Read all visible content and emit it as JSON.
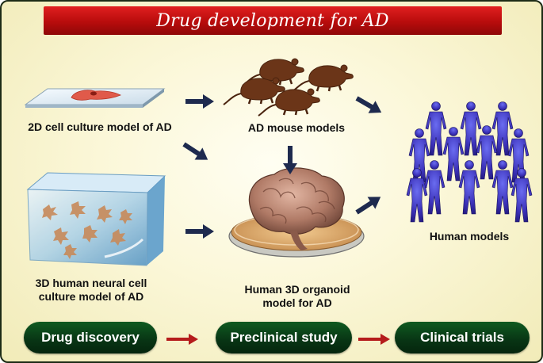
{
  "title": "Drug development for AD",
  "labels": {
    "cell_2d": "2D cell culture model of AD",
    "mouse": "AD mouse models",
    "neural_3d_line1": "3D human neural cell",
    "neural_3d_line2": "culture model of AD",
    "organoid_line1": "Human 3D organoid",
    "organoid_line2": "model for AD",
    "human": "Human models"
  },
  "stages": [
    {
      "label": "Drug discovery"
    },
    {
      "label": "Preclinical study"
    },
    {
      "label": "Clinical trials"
    }
  ],
  "colors": {
    "banner": "#c41212",
    "pill": "#083414",
    "arrow": "#1e2a4e",
    "stage_arrow": "#b51c1c",
    "mouse": "#6b3518",
    "human": "#3a2fb0",
    "brain": "#b88470",
    "dish": "#d9a86c"
  }
}
